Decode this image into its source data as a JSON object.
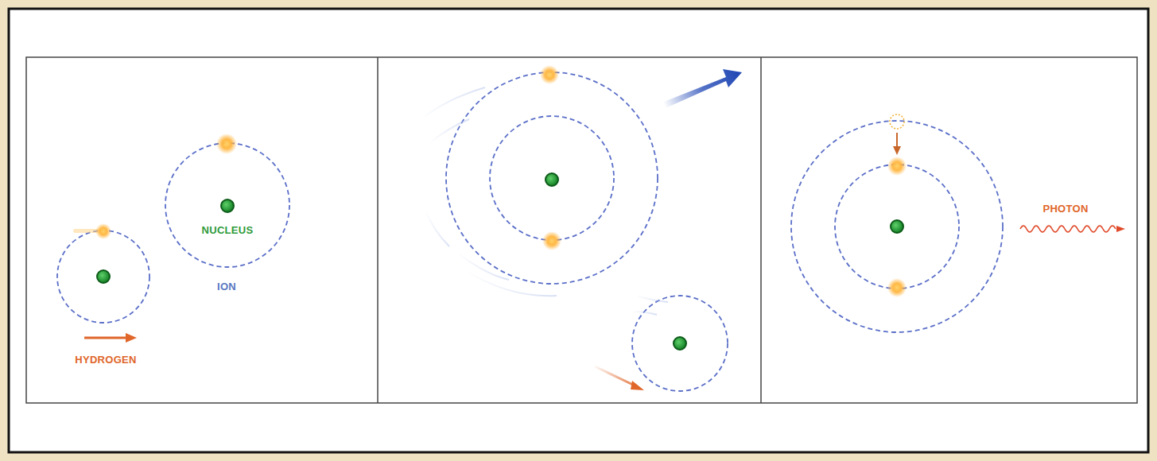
{
  "diagram": {
    "labels": [
      "NUCLEUS",
      "ION",
      "HYDROGEN",
      "PHOTON"
    ]
  }
}
